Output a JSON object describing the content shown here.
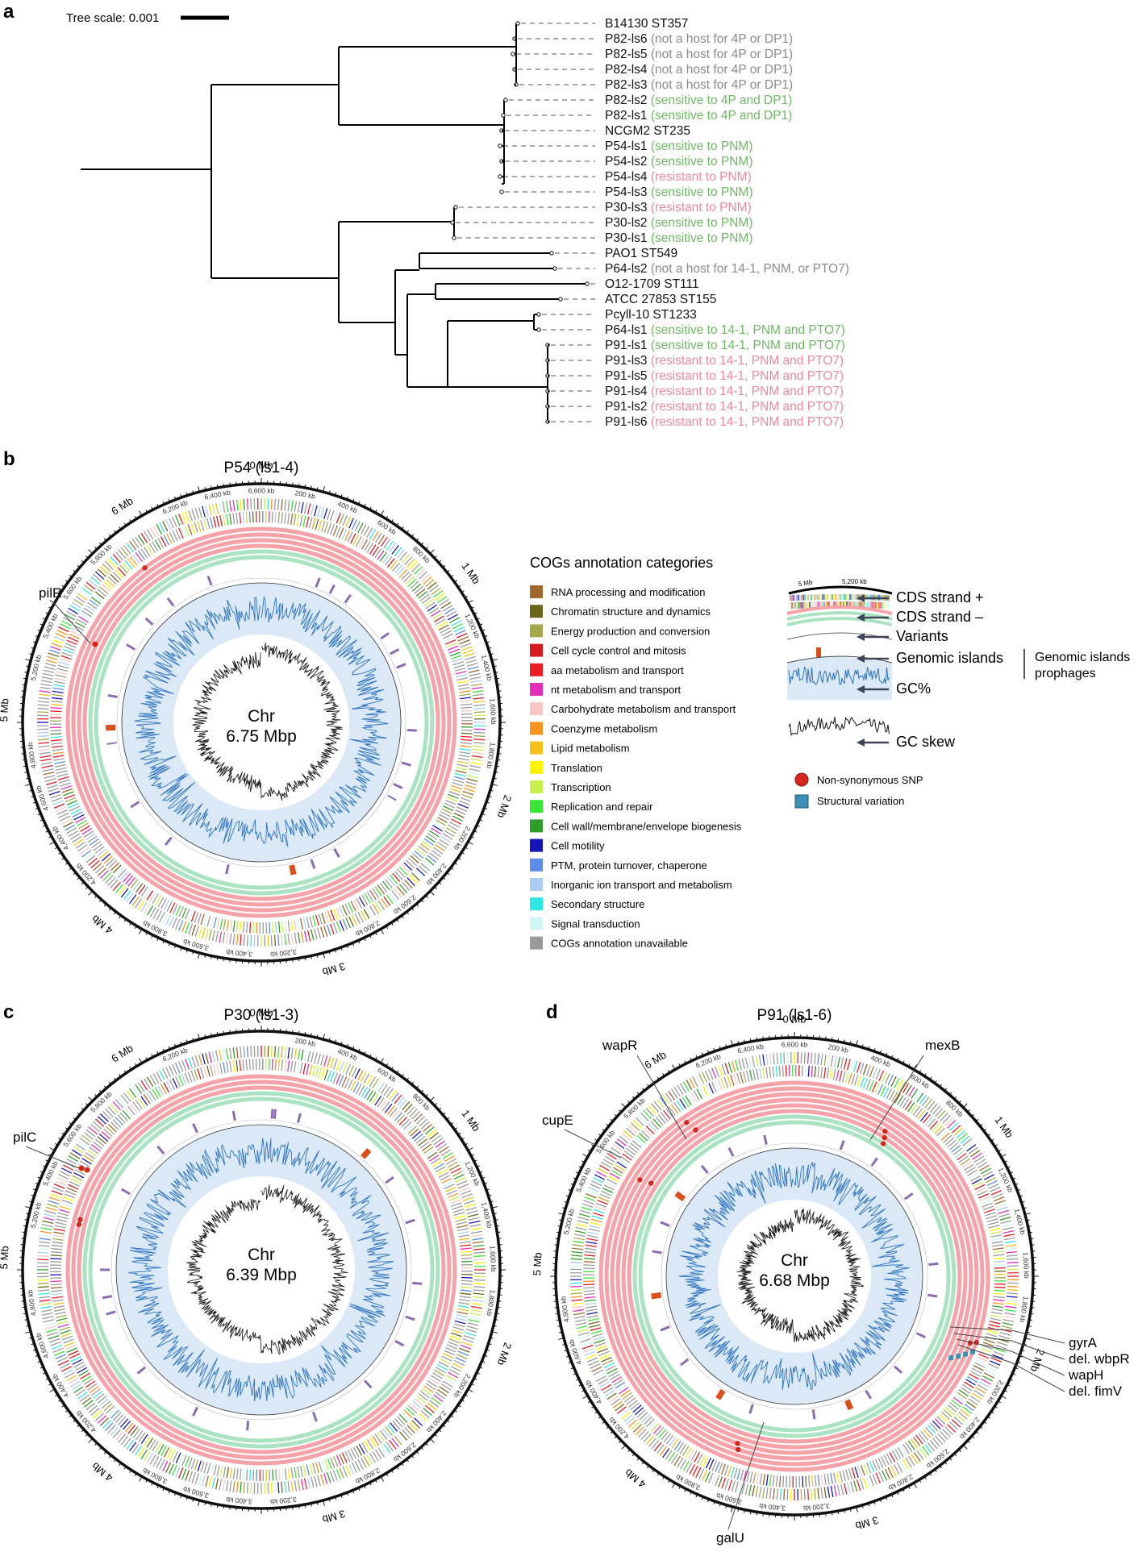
{
  "panels": {
    "a": "a",
    "b": "b",
    "c": "c",
    "d": "d"
  },
  "tree": {
    "scale_label": "Tree scale: 0.001",
    "leaves": [
      {
        "name": "B14130 ST357",
        "note": ""
      },
      {
        "name": "P82-ls6",
        "note": "(not a host for 4P or DP1)"
      },
      {
        "name": "P82-ls5",
        "note": "(not a host for 4P or DP1)"
      },
      {
        "name": "P82-ls4",
        "note": "(not a host for 4P or DP1)"
      },
      {
        "name": "P82-ls3",
        "note": "(not a host for 4P or DP1)"
      },
      {
        "name": "P82-ls2",
        "note": "(sensitive to 4P and DP1)"
      },
      {
        "name": "P82-ls1",
        "note": "(sensitive to 4P and DP1)"
      },
      {
        "name": "NCGM2 ST235",
        "note": ""
      },
      {
        "name": "P54-ls1",
        "note": "(sensitive to PNM)"
      },
      {
        "name": "P54-ls2",
        "note": "(sensitive to PNM)"
      },
      {
        "name": "P54-ls4",
        "note": "(resistant to PNM)"
      },
      {
        "name": "P54-ls3",
        "note": "(sensitive to PNM)"
      },
      {
        "name": "P30-ls3",
        "note": "(resistant to PNM)"
      },
      {
        "name": "P30-ls2",
        "note": "(sensitive to PNM)"
      },
      {
        "name": "P30-ls1",
        "note": "(sensitive to PNM)"
      },
      {
        "name": "PAO1 ST549",
        "note": ""
      },
      {
        "name": "P64-ls2",
        "note": "(not a host for 14-1, PNM, or PTO7)"
      },
      {
        "name": "O12-1709 ST111",
        "note": ""
      },
      {
        "name": "ATCC 27853 ST155",
        "note": ""
      },
      {
        "name": "Pcyll-10 ST1233",
        "note": ""
      },
      {
        "name": "P64-ls1",
        "note": "(sensitive to 14-1, PNM and PTO7)"
      },
      {
        "name": "P91-ls1",
        "note": "(sensitive to 14-1, PNM and PTO7)"
      },
      {
        "name": "P91-ls3",
        "note": "(resistant to 14-1, PNM and PTO7)"
      },
      {
        "name": "P91-ls5",
        "note": "(resistant to 14-1, PNM and PTO7)"
      },
      {
        "name": "P91-ls4",
        "note": "(resistant to 14-1, PNM and PTO7)"
      },
      {
        "name": "P91-ls2",
        "note": "(resistant to 14-1, PNM and PTO7)"
      },
      {
        "name": "P91-ls6",
        "note": "(resistant to 14-1, PNM and PTO7)"
      }
    ]
  },
  "genomes": [
    {
      "title": "P54 (ls1-4)",
      "center_line1": "Chr",
      "center_line2": "6.75 Mbp",
      "mb_labels": [
        "0 Mb",
        "1 Mb",
        "2 Mb",
        "3 Mb",
        "4 Mb",
        "5 Mb",
        "6 Mb"
      ],
      "kb_labels": [
        "200 kb",
        "400 kb",
        "600 kb",
        "800 kb",
        "1,200 kb",
        "1,400 kb",
        "1,600 kb",
        "1,800 kb",
        "2,200 kb",
        "2,400 kb",
        "2,600 kb",
        "2,800 kb",
        "3,200 kb",
        "3,400 kb",
        "3,600 kb",
        "3,800 kb",
        "4,200 kb",
        "4,400 kb",
        "4,600 kb",
        "4,800 kb",
        "5,200 kb",
        "5,400 kb",
        "5,600 kb",
        "5,800 kb",
        "6,200 kb",
        "6,400 kb",
        "6,600 kb"
      ],
      "genes": [
        "pilR"
      ],
      "variant_rings": 4
    },
    {
      "title": "P30 (ls1-3)",
      "center_line1": "Chr",
      "center_line2": "6.39 Mbp",
      "mb_labels": [
        "0 Mb",
        "1 Mb",
        "2 Mb",
        "3 Mb",
        "4 Mb",
        "5 Mb",
        "6 Mb"
      ],
      "kb_labels": [
        "200 kb",
        "400 kb",
        "600 kb",
        "800 kb",
        "1,200 kb",
        "1,400 kb",
        "1,600 kb",
        "1,800 kb",
        "2,200 kb",
        "2,400 kb",
        "2,600 kb",
        "2,800 kb",
        "3,200 kb",
        "3,400 kb",
        "3,600 kb",
        "3,800 kb",
        "4,200 kb",
        "4,400 kb",
        "4,600 kb",
        "4,800 kb",
        "5,200 kb",
        "5,400 kb",
        "5,600 kb",
        "5,800 kb",
        "6,200 kb"
      ],
      "genes": [
        "pilC"
      ],
      "variant_rings": 3
    },
    {
      "title": "P91 (ls1-6)",
      "center_line1": "Chr",
      "center_line2": "6.68 Mbp",
      "mb_labels": [
        "0 Mb",
        "1 Mb",
        "2 Mb",
        "3 Mb",
        "4 Mb",
        "5 Mb",
        "6 Mb"
      ],
      "kb_labels": [
        "200 kb",
        "400 kb",
        "600 kb",
        "800 kb",
        "1,200 kb",
        "1,400 kb",
        "1,600 kb",
        "1,800 kb",
        "2,200 kb",
        "2,400 kb",
        "2,600 kb",
        "2,800 kb",
        "3,200 kb",
        "3,400 kb",
        "3,600 kb",
        "3,800 kb",
        "4,200 kb",
        "4,400 kb",
        "4,600 kb",
        "4,800 kb",
        "5,200 kb",
        "5,400 kb",
        "5,600 kb",
        "5,800 kb",
        "6,200 kb",
        "6,400 kb",
        "6,600 kb"
      ],
      "genes": [
        "wapR",
        "mexB",
        "cupE",
        "gyrA",
        "del. wbpR",
        "wapH",
        "del. fimV",
        "galU"
      ],
      "variant_rings": 6
    }
  ],
  "cog_legend": {
    "title": "COGs annotation categories",
    "items": [
      {
        "label": "RNA processing and modification",
        "color": "#a0672a"
      },
      {
        "label": "Chromatin structure and dynamics",
        "color": "#6d6618"
      },
      {
        "label": "Energy production and conversion",
        "color": "#a5a74a"
      },
      {
        "label": "Cell cycle control and mitosis",
        "color": "#d71920"
      },
      {
        "label": "aa metabolism and transport",
        "color": "#ee1c24"
      },
      {
        "label": "nt metabolism and transport",
        "color": "#e52dbb"
      },
      {
        "label": "Carbohydrate metabolism and transport",
        "color": "#f9c7c1"
      },
      {
        "label": "Coenzyme metabolism",
        "color": "#f7931e"
      },
      {
        "label": "Lipid metabolism",
        "color": "#f7c11a"
      },
      {
        "label": "Translation",
        "color": "#fff200"
      },
      {
        "label": "Transcription",
        "color": "#c9ef4f"
      },
      {
        "label": "Replication and repair",
        "color": "#39e636"
      },
      {
        "label": "Cell wall/membrane/envelope biogenesis",
        "color": "#2e9e2a"
      },
      {
        "label": "Cell motility",
        "color": "#1414b8"
      },
      {
        "label": "PTM, protein turnover, chaperone",
        "color": "#5a8be8"
      },
      {
        "label": "Inorganic ion transport and metabolism",
        "color": "#a9cdf5"
      },
      {
        "label": "Secondary structure",
        "color": "#2ee6e6"
      },
      {
        "label": "Signal transduction",
        "color": "#cff5f5"
      },
      {
        "label": "COGs annotation unavailable",
        "color": "#9a9a9a"
      }
    ]
  },
  "track_legend": {
    "inset_labels": [
      "5 Mb",
      "5,200 kb"
    ],
    "tracks": [
      "CDS strand +",
      "CDS strand –",
      "Variants",
      "Genomic islands",
      "GC%",
      "GC skew"
    ],
    "bracket_text_1": "Genomic islands",
    "bracket_text_2": "prophages",
    "marks": [
      {
        "label": "Non-synonymous SNP",
        "color": "#d7261e"
      },
      {
        "label": "Structural variation",
        "color": "#3d8fb5"
      }
    ]
  },
  "colors": {
    "variant_ring": "#f5a3a8",
    "island_ring": "#a9e3c1",
    "gc_fill": "#dbe9f7",
    "gc_line": "#2a72c0",
    "skew_line": "#111111",
    "island": "#8c6bb1",
    "island_big": "#d9501c",
    "sensitive": "#6fb865",
    "resistant": "#ee8a9b",
    "not_host": "#8b8b8b"
  }
}
